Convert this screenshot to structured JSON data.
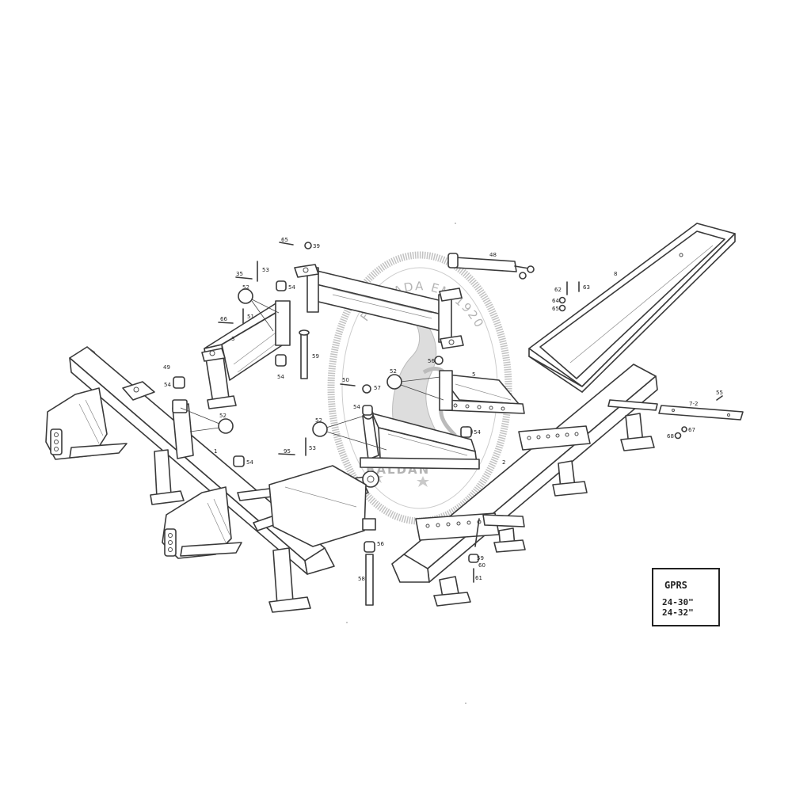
{
  "title_box": {
    "model": "GPRS",
    "sizes": [
      "24-30\"",
      "24-32\""
    ]
  },
  "watermark": {
    "text_top": "FUNDADA EM 1920",
    "text_bottom": "BALDAN"
  },
  "part_labels": {
    "p65": "65",
    "p39": "39",
    "p48": "48",
    "p53a": "53",
    "p35": "35",
    "p52a": "52",
    "p54a": "54",
    "p51": "51",
    "p66": "66",
    "p3": "3",
    "p54b": "54",
    "p59": "59",
    "p49": "49",
    "p54c": "54",
    "p57a": "57",
    "p50": "50",
    "p52b": "52",
    "p56a": "56",
    "p5": "5",
    "p52c": "52",
    "p52d": "52",
    "p54d": "54",
    "p54e": "54",
    "p95": "95",
    "p53b": "53",
    "p1": "1",
    "p54f": "54",
    "p56b": "56",
    "p58": "58",
    "p59b": "59",
    "p60": "60",
    "p61": "61",
    "p2": "2",
    "p8": "8",
    "p62": "62",
    "p63": "63",
    "p64": "64",
    "p65b": "65",
    "p72": "7-2",
    "p55": "55",
    "p67": "67",
    "p68": "68"
  },
  "colors": {
    "ink": "#3a3a3a",
    "watermark": "#a8a8a8",
    "paper": "#ffffff"
  }
}
